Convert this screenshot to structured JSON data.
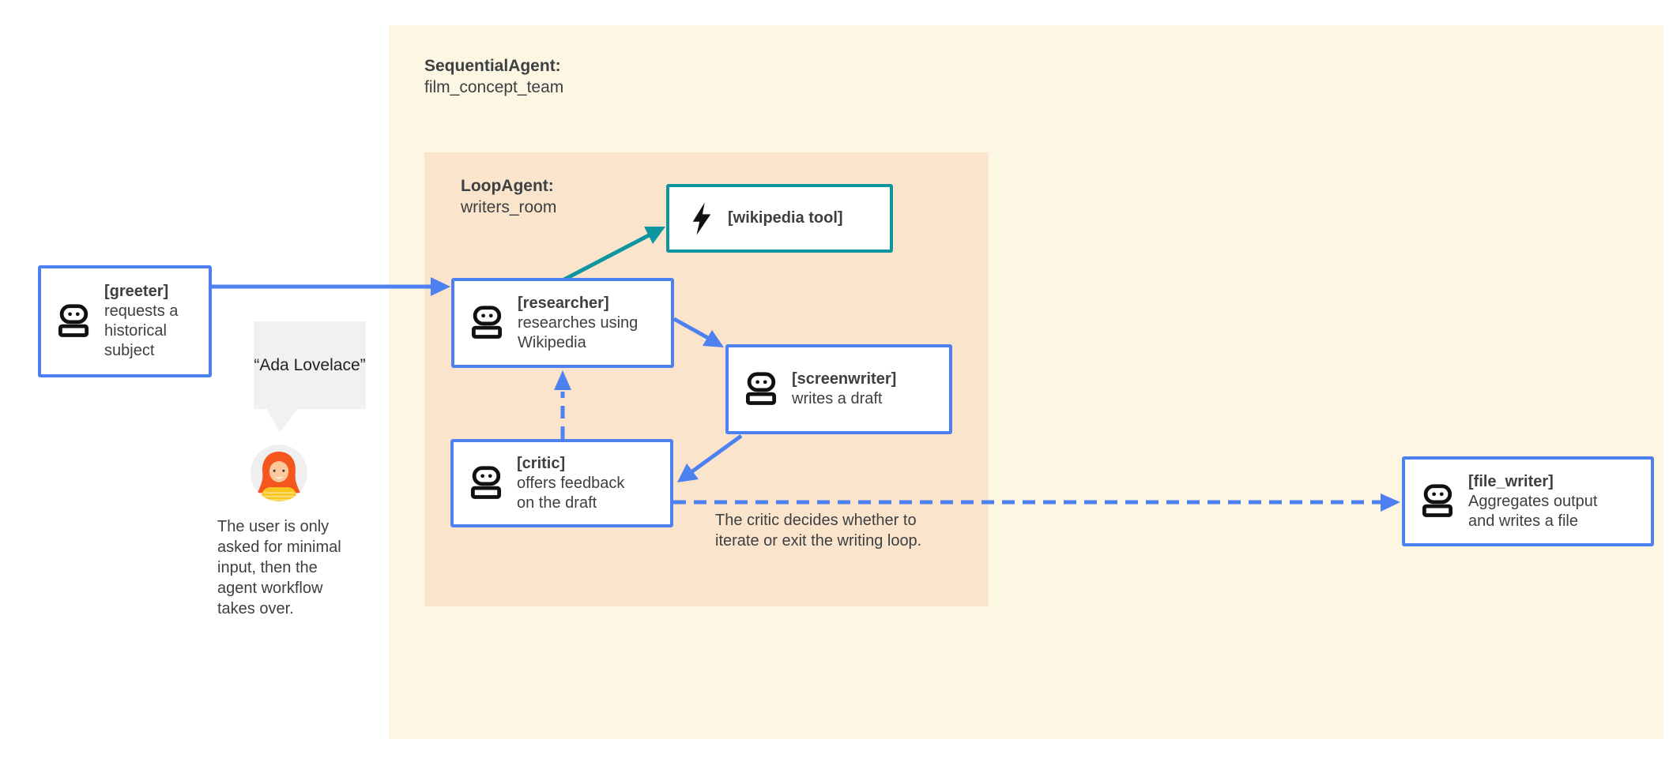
{
  "colors": {
    "sequential_panel_bg": "#fdf6e3",
    "loop_panel_bg": "#fbe4cc",
    "agent_border_blue": "#4d80f0",
    "tool_border_teal": "#0e96a0",
    "arrow_blue": "#4d80f0",
    "arrow_teal": "#0e96a0",
    "text_dark": "#3c4043",
    "bubble_bg": "#f1f1f1",
    "icon_black": "#111111"
  },
  "panels": {
    "sequential": {
      "title": "SequentialAgent:",
      "subtitle": "film_concept_team"
    },
    "loop": {
      "title": "LoopAgent:",
      "subtitle": "writers_room"
    }
  },
  "nodes": {
    "greeter": {
      "name": "[greeter]",
      "description": "requests a historical subject",
      "icon": "robot-icon"
    },
    "researcher": {
      "name": "[researcher]",
      "description": "researches using Wikipedia",
      "icon": "robot-icon"
    },
    "wikipedia_tool": {
      "name": "[wikipedia tool]",
      "icon": "lightning-bolt-icon"
    },
    "screenwriter": {
      "name": "[screenwriter]",
      "description": "writes a draft",
      "icon": "robot-icon"
    },
    "critic": {
      "name": "[critic]",
      "description": "offers feedback on the draft",
      "icon": "robot-icon"
    },
    "file_writer": {
      "name": "[file_writer]",
      "description": "Aggregates output and writes a file",
      "icon": "robot-icon"
    }
  },
  "annotations": {
    "user_quote": "“Ada Lovelace”",
    "user_note": "The user is only asked for minimal input, then the agent workflow takes over.",
    "critic_note": "The critic decides whether to iterate or exit the writing loop."
  },
  "avatar": {
    "label": "user-avatar"
  }
}
